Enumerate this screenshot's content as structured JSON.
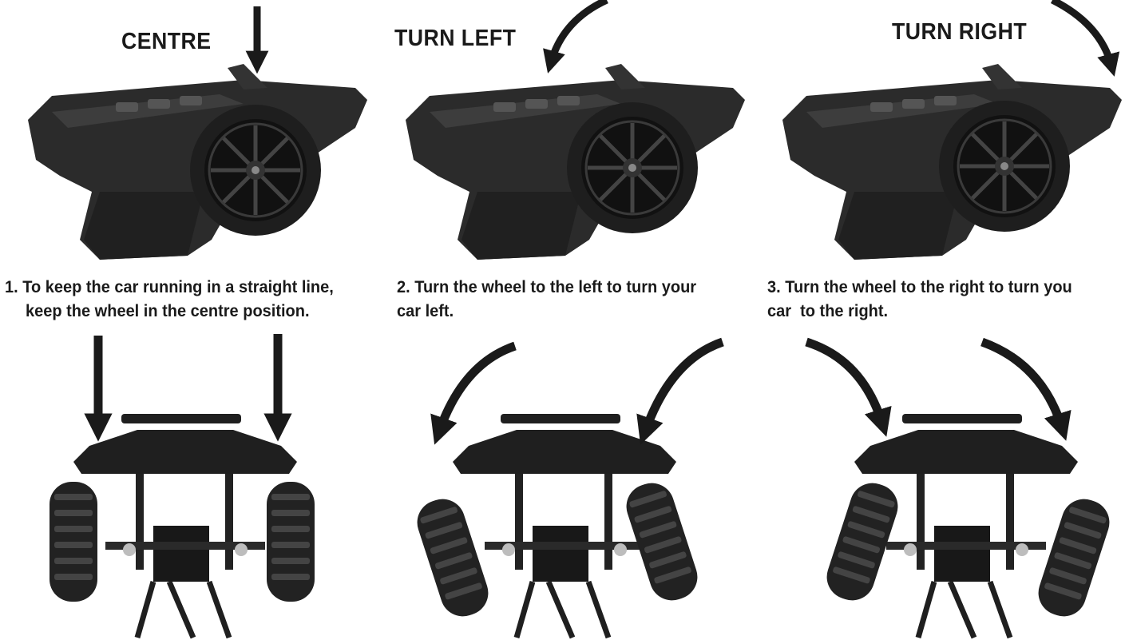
{
  "steps": [
    {
      "heading": "CENTRE",
      "caption_line1": "1. To keep the car running in a straight line,",
      "caption_line2": "keep the wheel in the centre position.",
      "wheel_state": "centre",
      "arrow_icon": "down-arrow-icon"
    },
    {
      "heading": "TURN LEFT",
      "caption_line1": "2. Turn the wheel to the left to turn your",
      "caption_line2": "car left.",
      "wheel_state": "left",
      "arrow_icon": "curved-left-arrow-icon"
    },
    {
      "heading": "TURN RIGHT",
      "caption_line1": "3. Turn the wheel to the right to turn you",
      "caption_line2": "car  to the right.",
      "wheel_state": "right",
      "arrow_icon": "curved-right-arrow-icon"
    }
  ],
  "colors": {
    "ink": "#1a1a1a",
    "body": "#2b2b2b",
    "tyre": "#222222",
    "light": "#bdbdbd"
  }
}
